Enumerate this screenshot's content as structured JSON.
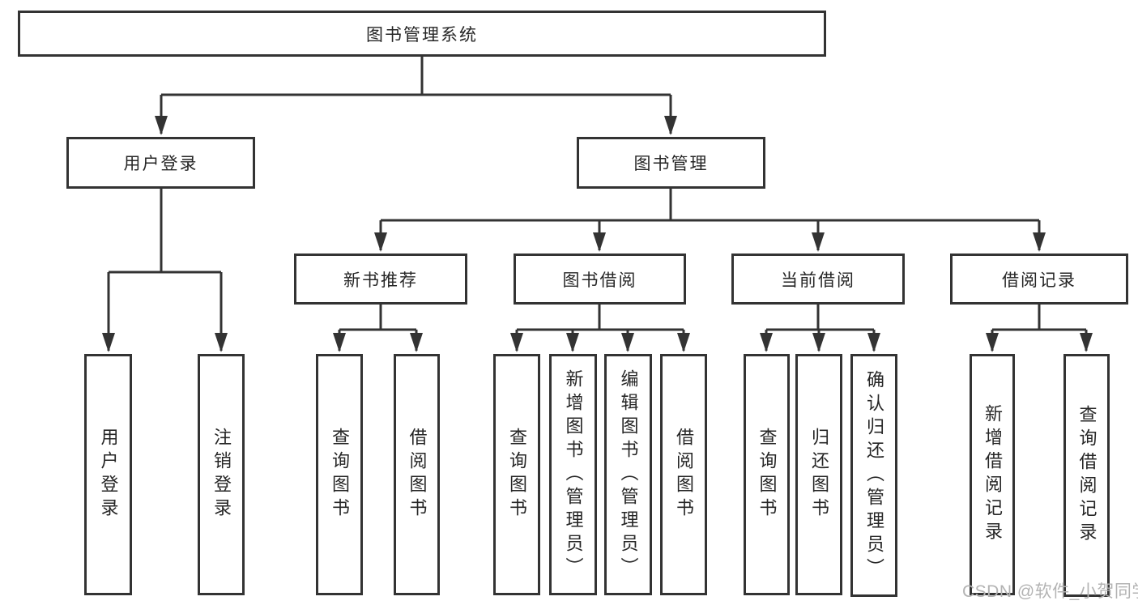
{
  "tree": {
    "root": {
      "label": "图书管理系统",
      "children": [
        {
          "label": "用户登录",
          "children": [
            {
              "label": "用户登录"
            },
            {
              "label": "注销登录"
            }
          ]
        },
        {
          "label": "图书管理",
          "children": [
            {
              "label": "新书推荐",
              "children": [
                {
                  "label": "查询图书"
                },
                {
                  "label": "借阅图书"
                }
              ]
            },
            {
              "label": "图书借阅",
              "children": [
                {
                  "label": "查询图书"
                },
                {
                  "label": "新增图书（管理员）"
                },
                {
                  "label": "编辑图书（管理员）"
                },
                {
                  "label": "借阅图书"
                }
              ]
            },
            {
              "label": "当前借阅",
              "children": [
                {
                  "label": "查询图书"
                },
                {
                  "label": "归还图书"
                },
                {
                  "label": "确认归还（管理员）"
                }
              ]
            },
            {
              "label": "借阅记录",
              "children": [
                {
                  "label": "新增借阅记录"
                },
                {
                  "label": "查询借阅记录"
                }
              ]
            }
          ]
        }
      ]
    }
  },
  "watermark": "CSDN @软件_小贺同学",
  "colors": {
    "line": "#333333",
    "box_border": "#333333",
    "text": "#262626",
    "background": "#ffffff",
    "watermark": "#b3b3b3"
  }
}
